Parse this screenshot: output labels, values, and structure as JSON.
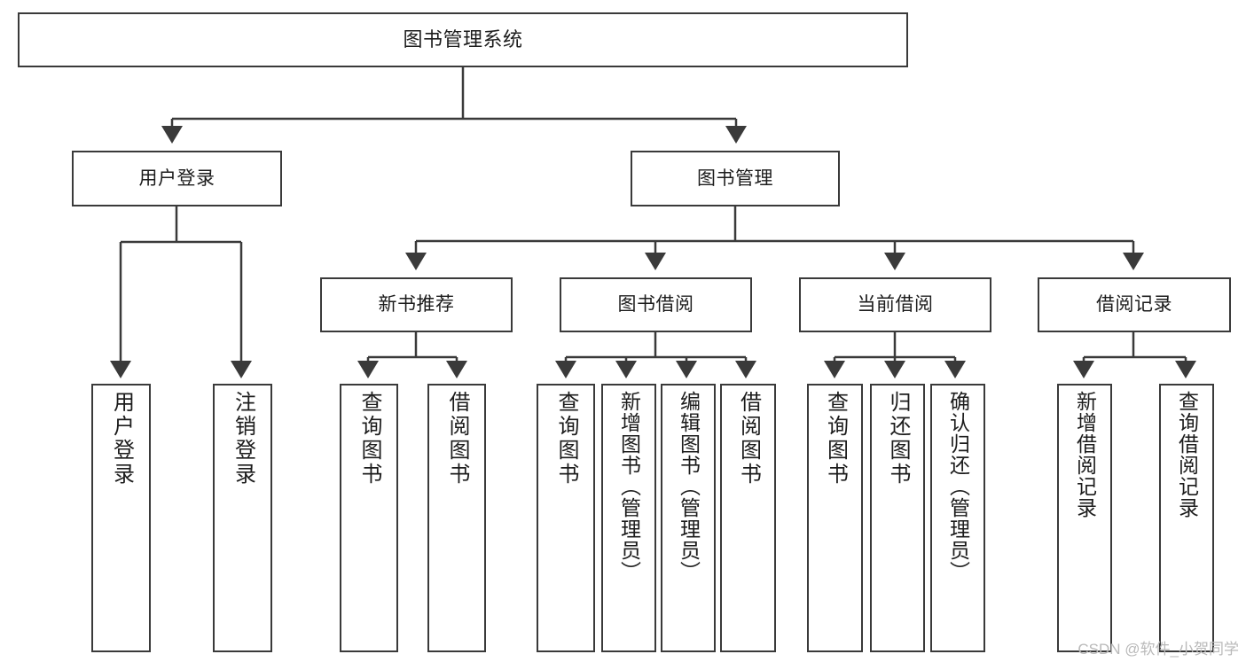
{
  "diagram": {
    "type": "tree",
    "title": "图书管理系统",
    "watermark": "CSDN @软件_小贺同学",
    "colors": {
      "box_border": "#3a3a3a",
      "box_fill": "#ffffff",
      "edge": "#3a3a3a",
      "text": "#1c1c1c",
      "watermark": "#b9b9b9"
    },
    "nodes": {
      "root": {
        "label": "图书管理系统",
        "level": 1,
        "orientation": "horizontal"
      },
      "user_login": {
        "label": "用户登录",
        "level": 2,
        "orientation": "horizontal"
      },
      "book_manage": {
        "label": "图书管理",
        "level": 2,
        "orientation": "horizontal"
      },
      "new_book_rec": {
        "label": "新书推荐",
        "level": 3,
        "orientation": "horizontal"
      },
      "book_borrow": {
        "label": "图书借阅",
        "level": 3,
        "orientation": "horizontal"
      },
      "current_borrow": {
        "label": "当前借阅",
        "level": 3,
        "orientation": "horizontal"
      },
      "borrow_record": {
        "label": "借阅记录",
        "level": 3,
        "orientation": "horizontal"
      },
      "leaf_user_login": {
        "label": "用户登录",
        "level": 4,
        "orientation": "vertical",
        "parent": "user_login"
      },
      "leaf_user_logout": {
        "label": "注销登录",
        "level": 4,
        "orientation": "vertical",
        "parent": "user_login"
      },
      "leaf_rec_query": {
        "label": "查询图书",
        "level": 4,
        "orientation": "vertical",
        "parent": "new_book_rec"
      },
      "leaf_rec_borrow": {
        "label": "借阅图书",
        "level": 4,
        "orientation": "vertical",
        "parent": "new_book_rec"
      },
      "leaf_bb_query": {
        "label": "查询图书",
        "level": 4,
        "orientation": "vertical",
        "parent": "book_borrow"
      },
      "leaf_bb_add": {
        "label": "新增图书（管理员）",
        "level": 4,
        "orientation": "vertical",
        "parent": "book_borrow"
      },
      "leaf_bb_edit": {
        "label": "编辑图书（管理员）",
        "level": 4,
        "orientation": "vertical",
        "parent": "book_borrow"
      },
      "leaf_bb_borrow": {
        "label": "借阅图书",
        "level": 4,
        "orientation": "vertical",
        "parent": "book_borrow"
      },
      "leaf_cb_query": {
        "label": "查询图书",
        "level": 4,
        "orientation": "vertical",
        "parent": "current_borrow"
      },
      "leaf_cb_return": {
        "label": "归还图书",
        "level": 4,
        "orientation": "vertical",
        "parent": "current_borrow"
      },
      "leaf_cb_confirm": {
        "label": "确认归还（管理员）",
        "level": 4,
        "orientation": "vertical",
        "parent": "current_borrow"
      },
      "leaf_br_add": {
        "label": "新增借阅记录",
        "level": 4,
        "orientation": "vertical",
        "parent": "borrow_record"
      },
      "leaf_br_query": {
        "label": "查询借阅记录",
        "level": 4,
        "orientation": "vertical",
        "parent": "borrow_record"
      }
    },
    "edges": [
      {
        "from": "root",
        "to": "user_login"
      },
      {
        "from": "root",
        "to": "book_manage"
      },
      {
        "from": "user_login",
        "to": "leaf_user_login"
      },
      {
        "from": "user_login",
        "to": "leaf_user_logout"
      },
      {
        "from": "book_manage",
        "to": "new_book_rec"
      },
      {
        "from": "book_manage",
        "to": "book_borrow"
      },
      {
        "from": "book_manage",
        "to": "current_borrow"
      },
      {
        "from": "book_manage",
        "to": "borrow_record"
      },
      {
        "from": "new_book_rec",
        "to": "leaf_rec_query"
      },
      {
        "from": "new_book_rec",
        "to": "leaf_rec_borrow"
      },
      {
        "from": "book_borrow",
        "to": "leaf_bb_query"
      },
      {
        "from": "book_borrow",
        "to": "leaf_bb_add"
      },
      {
        "from": "book_borrow",
        "to": "leaf_bb_edit"
      },
      {
        "from": "book_borrow",
        "to": "leaf_bb_borrow"
      },
      {
        "from": "current_borrow",
        "to": "leaf_cb_query"
      },
      {
        "from": "current_borrow",
        "to": "leaf_cb_return"
      },
      {
        "from": "current_borrow",
        "to": "leaf_cb_confirm"
      },
      {
        "from": "borrow_record",
        "to": "leaf_br_add"
      },
      {
        "from": "borrow_record",
        "to": "leaf_br_query"
      }
    ]
  }
}
